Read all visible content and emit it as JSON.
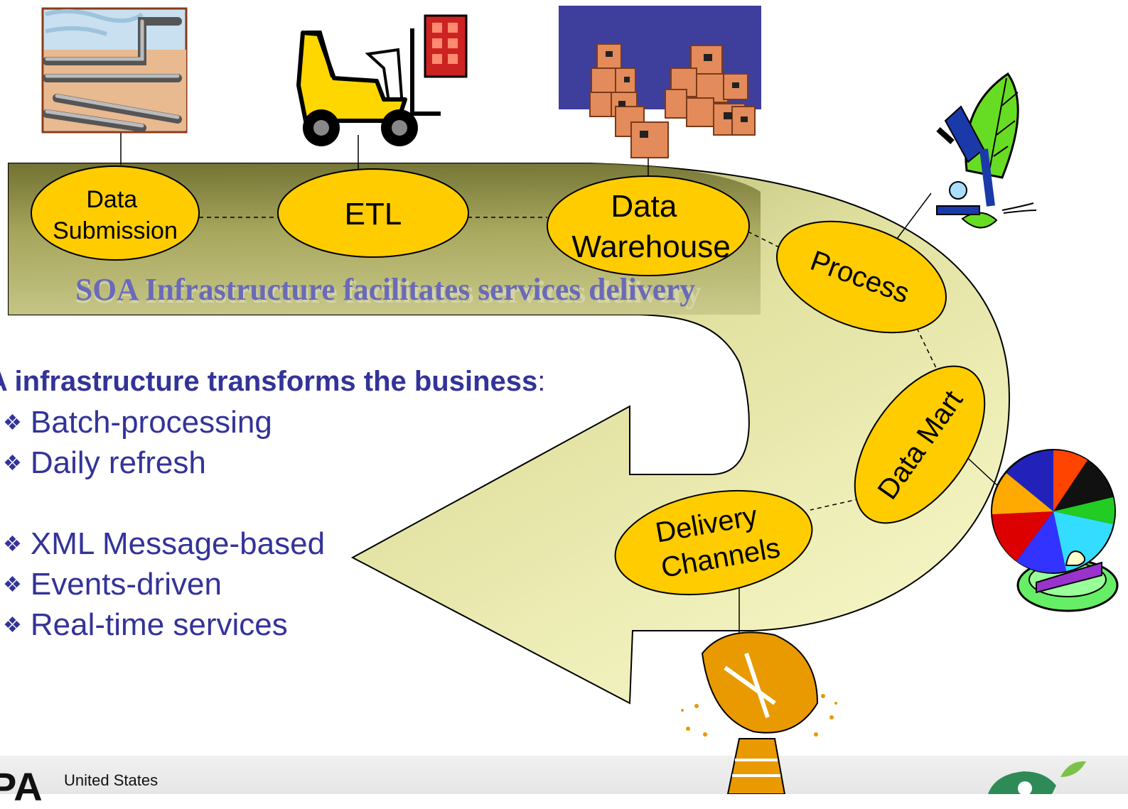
{
  "diagram": {
    "banner_text": "SOA Infrastructure facilitates services delivery",
    "nodes": [
      {
        "id": "data-submission",
        "lines": [
          "Data",
          "Submission"
        ]
      },
      {
        "id": "etl",
        "lines": [
          "ETL"
        ]
      },
      {
        "id": "data-warehouse",
        "lines": [
          "Data",
          "Warehouse"
        ]
      },
      {
        "id": "process",
        "lines": [
          "Process"
        ]
      },
      {
        "id": "data-mart",
        "lines": [
          "Data Mart"
        ]
      },
      {
        "id": "delivery-channels",
        "lines": [
          "Delivery",
          "Channels"
        ]
      }
    ],
    "icons": [
      "pipes-icon",
      "forklift-icon",
      "warehouse-boxes-icon",
      "microscope-icon",
      "pie-chart-icon",
      "satellite-dish-icon"
    ]
  },
  "bullets": {
    "heading": "A infrastructure transforms the business",
    "heading_suffix": ":",
    "marker": "❖",
    "old_items": [
      "Batch-processing",
      "Daily refresh"
    ],
    "new_items": [
      "XML Message-based",
      "Events-driven",
      "Real-time services"
    ]
  },
  "footer": {
    "logo_text": "PA",
    "org_line": "United States"
  },
  "colors": {
    "bullet_text": "#333399",
    "node_fill": "#ffcc00",
    "band_dark": "#808040",
    "band_light": "#ffffcc",
    "banner_text": "#6a6ab8"
  }
}
